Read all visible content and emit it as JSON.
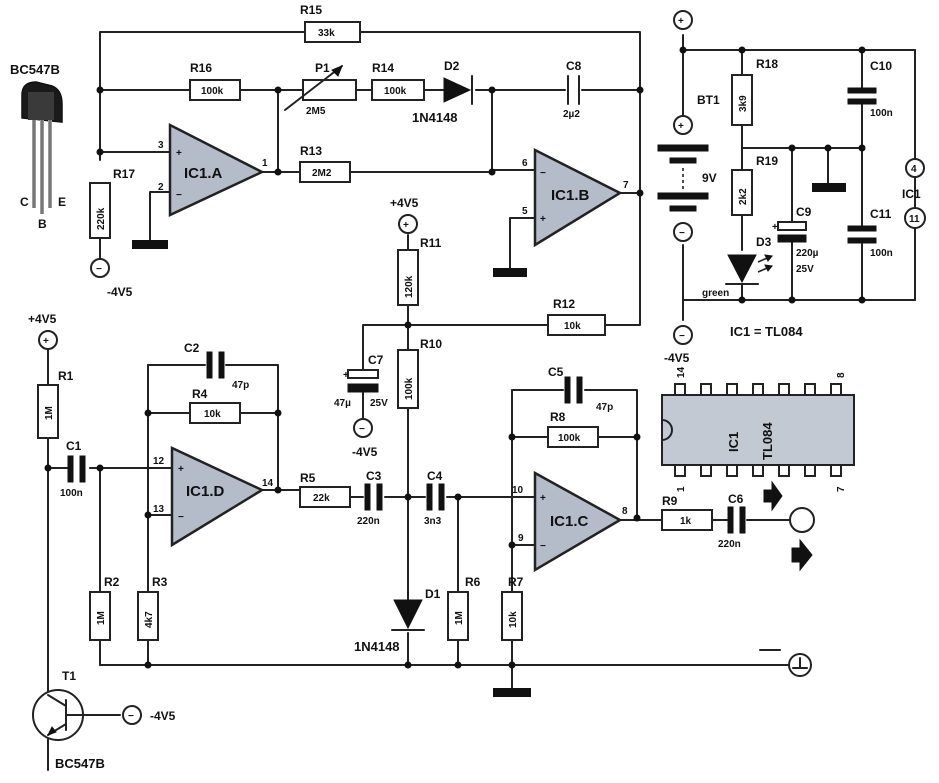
{
  "transistor_ref": "BC547B",
  "transistor_pins": [
    "C",
    "B",
    "E"
  ],
  "transistor_name": "T1",
  "transistor_name_bottom": "BC547B",
  "opamps": {
    "a": "IC1.A",
    "b": "IC1.B",
    "c": "IC1.C",
    "d": "IC1.D"
  },
  "pins": {
    "a_plus": "3",
    "a_minus": "2",
    "a_out": "1",
    "b_minus": "6",
    "b_plus": "5",
    "b_out": "7",
    "c_plus": "10",
    "c_minus": "9",
    "c_out": "8",
    "d_plus": "12",
    "d_minus": "13",
    "d_out": "14",
    "supply_pos": "4",
    "supply_neg": "11"
  },
  "resistors": {
    "r1": {
      "ref": "R1",
      "value": "1M"
    },
    "r2": {
      "ref": "R2",
      "value": "1M"
    },
    "r3": {
      "ref": "R3",
      "value": "4k7"
    },
    "r4": {
      "ref": "R4",
      "value": "10k"
    },
    "r5": {
      "ref": "R5",
      "value": "22k"
    },
    "r6": {
      "ref": "R6",
      "value": "1M"
    },
    "r7": {
      "ref": "R7",
      "value": "10k"
    },
    "r8": {
      "ref": "R8",
      "value": "100k"
    },
    "r9": {
      "ref": "R9",
      "value": "1k"
    },
    "r10": {
      "ref": "R10",
      "value": "100k"
    },
    "r11": {
      "ref": "R11",
      "value": "120k"
    },
    "r12": {
      "ref": "R12",
      "value": "10k"
    },
    "r13": {
      "ref": "R13",
      "value": "2M2"
    },
    "r14": {
      "ref": "R14",
      "value": "100k"
    },
    "r15": {
      "ref": "R15",
      "value": "33k"
    },
    "r16": {
      "ref": "R16",
      "value": "100k"
    },
    "r17": {
      "ref": "R17",
      "value": "220k"
    },
    "r18": {
      "ref": "R18",
      "value": "3k9"
    },
    "r19": {
      "ref": "R19",
      "value": "2k2"
    }
  },
  "pot": {
    "ref": "P1",
    "value": "2M5"
  },
  "capacitors": {
    "c1": {
      "ref": "C1",
      "value": "100n"
    },
    "c2": {
      "ref": "C2",
      "value": "47p"
    },
    "c3": {
      "ref": "C3",
      "value": "220n"
    },
    "c4": {
      "ref": "C4",
      "value": "3n3"
    },
    "c5": {
      "ref": "C5",
      "value": "47p"
    },
    "c6": {
      "ref": "C6",
      "value": "220n"
    },
    "c7": {
      "ref": "C7",
      "value": "47µ",
      "voltage": "25V"
    },
    "c8": {
      "ref": "C8",
      "value": "2µ2"
    },
    "c9": {
      "ref": "C9",
      "value": "220µ",
      "voltage": "25V"
    },
    "c10": {
      "ref": "C10",
      "value": "100n"
    },
    "c11": {
      "ref": "C11",
      "value": "100n"
    }
  },
  "diodes": {
    "d1": {
      "ref": "D1",
      "part": "1N4148"
    },
    "d2": {
      "ref": "D2",
      "part": "1N4148"
    },
    "d3": {
      "ref": "D3",
      "part": "green"
    }
  },
  "battery": {
    "ref": "BT1",
    "value": "9V"
  },
  "rails": {
    "pos": "+4V5",
    "neg": "-4V5",
    "neg_t1": "-4V5"
  },
  "ic": {
    "ref": "IC1",
    "note": "IC1 = TL084",
    "chip_ref": "IC1",
    "chip_part": "TL084",
    "chip_pin14": "14",
    "chip_pin8": "8",
    "chip_pin7": "7",
    "chip_pin1": "1"
  }
}
